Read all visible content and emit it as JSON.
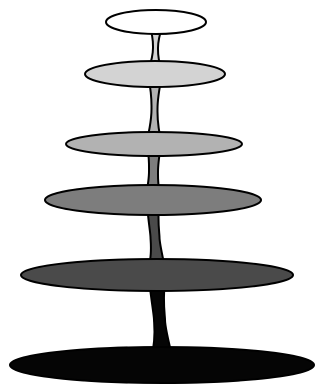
{
  "figure": {
    "background": "#ffffff",
    "outline_color": "#000000",
    "tiers": [
      {
        "level": 1,
        "fill": "#ffffff"
      },
      {
        "level": 2,
        "fill": "#d3d3d3"
      },
      {
        "level": 3,
        "fill": "#b2b2b2"
      },
      {
        "level": 4,
        "fill": "#7d7d7d"
      },
      {
        "level": 5,
        "fill": "#4a4a4a"
      },
      {
        "level": 6,
        "fill": "#050505"
      }
    ]
  }
}
